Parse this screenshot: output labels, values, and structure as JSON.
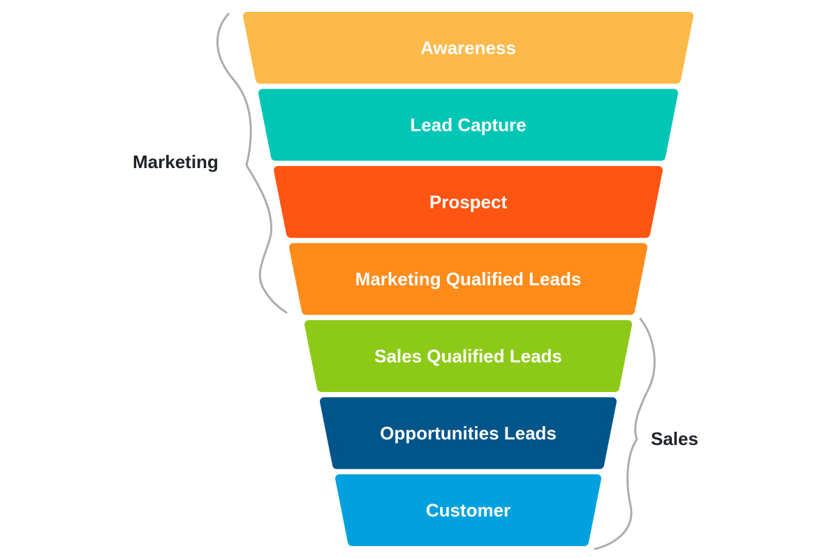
{
  "stages": [
    {
      "label": "Awareness",
      "color": "#FDB94A"
    },
    {
      "label": "Lead Capture",
      "color": "#00C6B5"
    },
    {
      "label": "Prospect",
      "color": "#FF5512"
    },
    {
      "label": "Marketing Qualified Leads",
      "color": "#FF8B1B"
    },
    {
      "label": "Sales Qualified Leads",
      "color": "#8DCA17"
    },
    {
      "label": "Opportunities Leads",
      "color": "#00558A"
    },
    {
      "label": "Customer",
      "color": "#00A1DE"
    }
  ],
  "groups": {
    "marketing": {
      "label": "Marketing"
    },
    "sales": {
      "label": "Sales"
    }
  }
}
